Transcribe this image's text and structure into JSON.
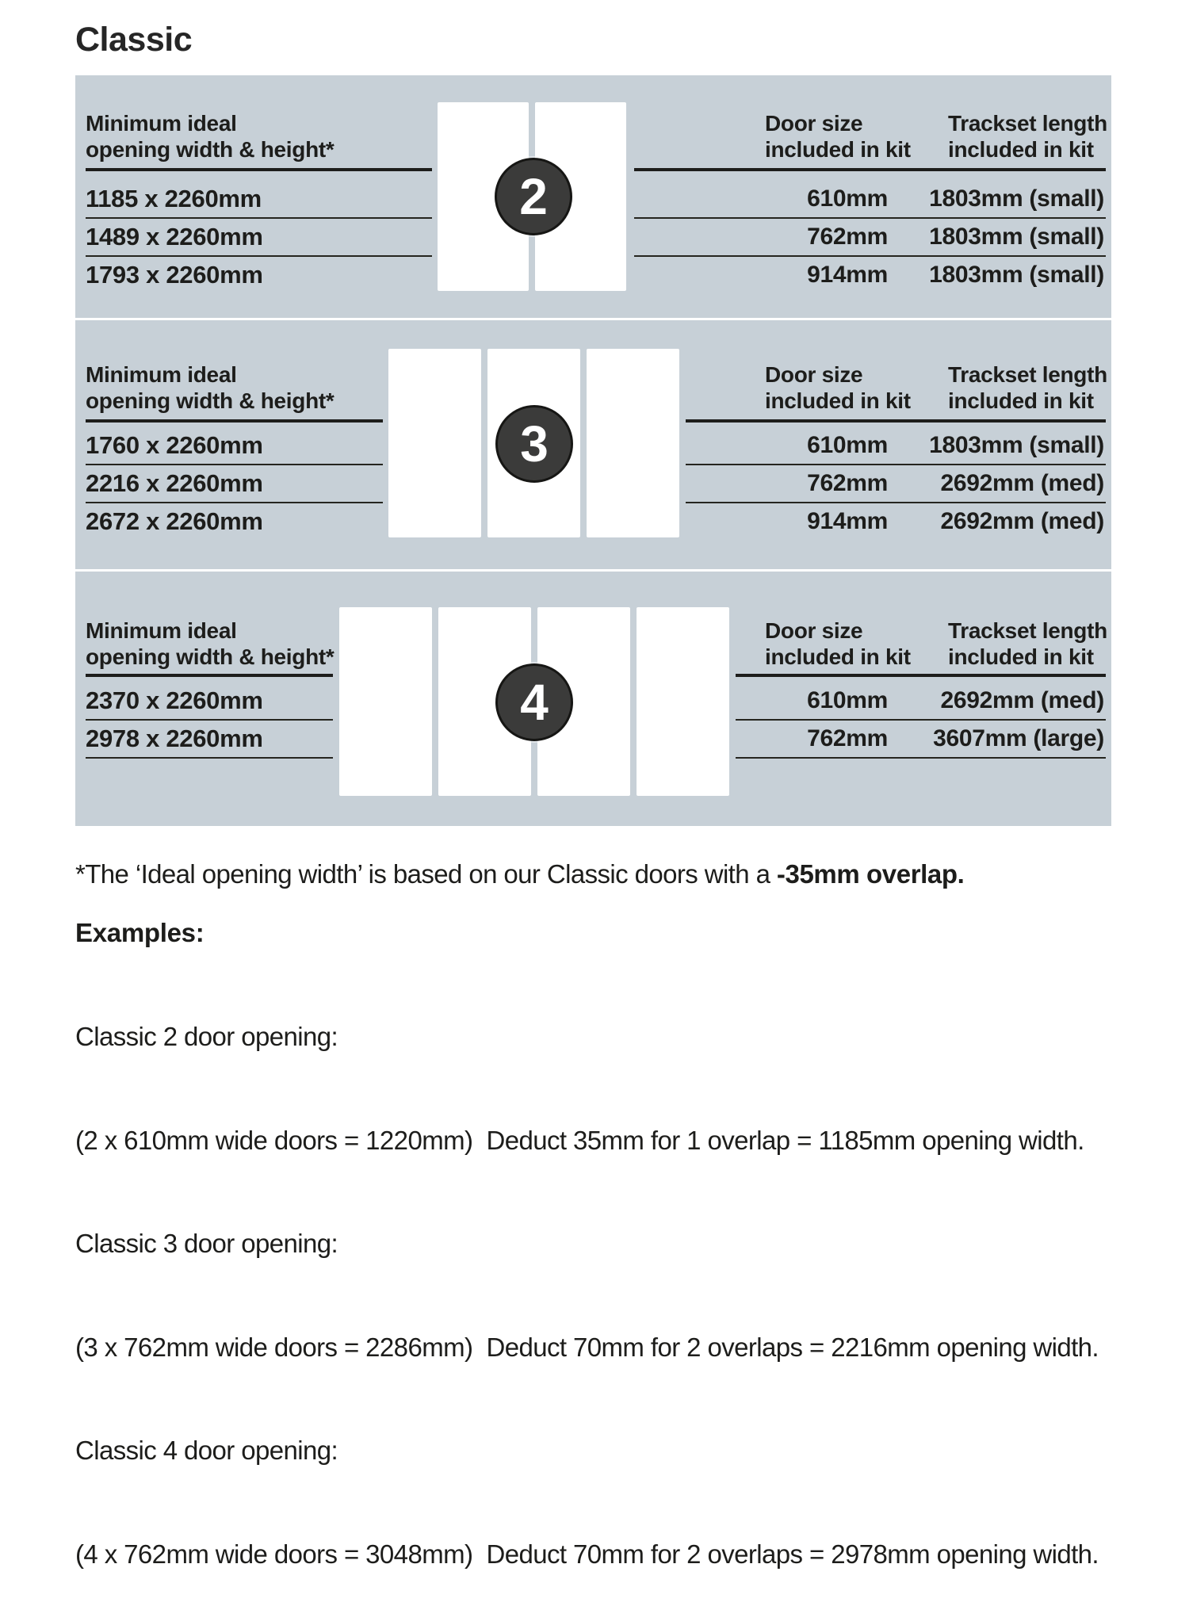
{
  "title": "Classic",
  "colors": {
    "panel_bg": "#c7d0d7",
    "ink": "#1d1d1b",
    "badge_fill": "#3b3b3a",
    "door_fill": "#ffffff"
  },
  "sections": [
    {
      "badge": "2",
      "opening_header": {
        "line1": "Minimum ideal",
        "line2": "opening width & height*"
      },
      "door_header": {
        "line1": "Door size",
        "line2": "included in kit"
      },
      "track_header": {
        "line1": "Trackset length",
        "line2": "included in kit"
      },
      "rows": [
        {
          "opening": "1185 x 2260mm",
          "door_size": "610mm",
          "trackset": "1803mm (small)"
        },
        {
          "opening": "1489 x 2260mm",
          "door_size": "762mm",
          "trackset": "1803mm (small)"
        },
        {
          "opening": "1793 x 2260mm",
          "door_size": "914mm",
          "trackset": "1803mm (small)"
        }
      ]
    },
    {
      "badge": "3",
      "opening_header": {
        "line1": "Minimum ideal",
        "line2": "opening width & height*"
      },
      "door_header": {
        "line1": "Door size",
        "line2": "included in kit"
      },
      "track_header": {
        "line1": "Trackset length",
        "line2": "included in kit"
      },
      "rows": [
        {
          "opening": "1760 x 2260mm",
          "door_size": "610mm",
          "trackset": "1803mm (small)"
        },
        {
          "opening": "2216 x 2260mm",
          "door_size": "762mm",
          "trackset": "2692mm (med)"
        },
        {
          "opening": "2672 x 2260mm",
          "door_size": "914mm",
          "trackset": "2692mm (med)"
        }
      ]
    },
    {
      "badge": "4",
      "opening_header": {
        "line1": "Minimum ideal",
        "line2": "opening width & height*"
      },
      "door_header": {
        "line1": "Door size",
        "line2": "included in kit"
      },
      "track_header": {
        "line1": "Trackset length",
        "line2": "included in kit"
      },
      "rows": [
        {
          "opening": "2370 x 2260mm",
          "door_size": "610mm",
          "trackset": "2692mm (med)"
        },
        {
          "opening": "2978 x 2260mm",
          "door_size": "762mm",
          "trackset": "3607mm (large)"
        }
      ]
    }
  ],
  "footnote": {
    "normal": "*The ‘Ideal opening width’ is based on our Classic doors with a ",
    "bold": "-35mm overlap."
  },
  "examples": {
    "heading": "Examples:",
    "lines": [
      "Classic 2 door opening:",
      "(2 x 610mm wide doors = 1220mm)  Deduct 35mm for 1 overlap = 1185mm opening width.",
      "Classic 3 door opening:",
      "(3 x 762mm wide doors = 2286mm)  Deduct 70mm for 2 overlaps = 2216mm opening width.",
      "Classic 4 door opening:",
      "(4 x 762mm wide doors = 3048mm)  Deduct 70mm for 2 overlaps = 2978mm opening width."
    ]
  }
}
